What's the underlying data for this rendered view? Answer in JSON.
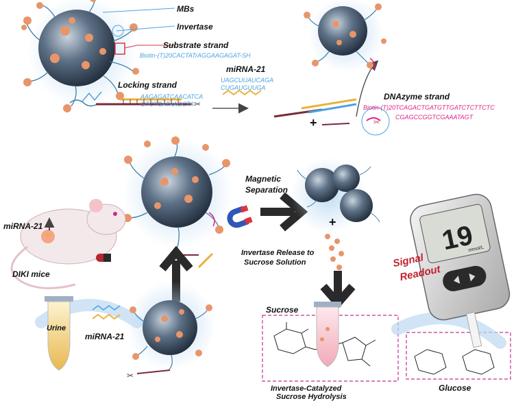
{
  "colors": {
    "bead_dark": "#2b3a4f",
    "bead_light": "#9fb0c3",
    "enzyme": "#e8956a",
    "blue_seq": "#4aa3df",
    "magenta_seq": "#e0218a",
    "red_box": "#d9363e",
    "dashed_box": "#c0308c",
    "arrow": "#2a2a2a",
    "glow": "#bcd9f2"
  },
  "top": {
    "mbs": "MBs",
    "invertase": "Invertase",
    "substrate_strand": "Substrate strand",
    "substrate_seq": "Biotin-(T)20CACTATrAGGAAGAGAT-SH",
    "locking_strand": "Locking strand",
    "locking_seq_1": "AAGAGATCAACATCA",
    "locking_seq_2": "GTCTGATAAGCTA",
    "mirna_label": "miRNA-21",
    "mirna_seq_1": "UAGCUUAUCAGA",
    "mirna_seq_2": "CUGAUGUUGA",
    "plus": "+",
    "dnazyme_strand": "DNAzyme strand",
    "dnazyme_seq_1": "Biotin-(T)20TCAGACTGATGTTGATCTCTTCTC",
    "dnazyme_seq_2": "CGAGCCGGTCGAAATAGT"
  },
  "bottom": {
    "mirna_up": "miRNA-21",
    "diki_mice": "DIKI mice",
    "urine": "Urine",
    "mirna_input": "miRNA-21",
    "magnetic_1": "Magnetic",
    "magnetic_2": "Separation",
    "plus": "+",
    "release_1": "Invertase Release to",
    "release_2": "Sucrose Solution",
    "sucrose": "Sucrose",
    "catalyzed_1": "Invertase-Catalyzed",
    "catalyzed_2": "Sucrose Hydrolysis",
    "glucose": "Glucose",
    "signal_1": "Signal",
    "signal_2": "Readout",
    "meter_value": "19",
    "meter_unit": "mmol/L"
  }
}
